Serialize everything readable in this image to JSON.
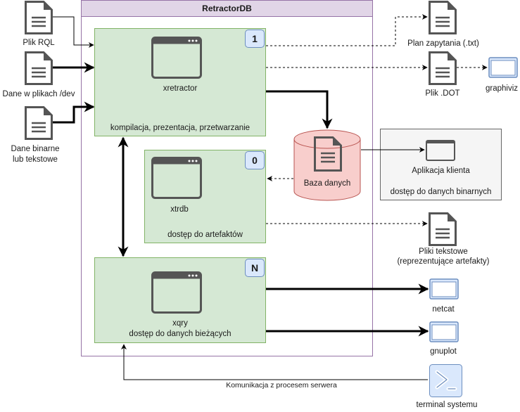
{
  "title": "RetractorDB",
  "inputs": [
    {
      "label": "Plik RQL",
      "icon": "file-icon"
    },
    {
      "label": "Dane w plikach /dev",
      "icon": "file-icon"
    },
    {
      "label_line1": "Dane binarne",
      "label_line2": "lub tekstowe",
      "icon": "file-icon"
    }
  ],
  "modules": {
    "xretractor": {
      "name": "xretractor",
      "description": "kompilacja, prezentacja, przetwarzanie",
      "badge": "1"
    },
    "xtrdb": {
      "name": "xtrdb",
      "description": "dostęp do artefaktów",
      "badge": "0"
    },
    "xqry": {
      "name": "xqry",
      "description": "dostęp do danych bieżących",
      "badge": "N"
    }
  },
  "database": {
    "label": "Baza danych"
  },
  "client": {
    "name": "Aplikacja klienta",
    "description": "dostęp do  danych binarnych"
  },
  "outputs": {
    "plan": "Plan zapytania (.txt)",
    "dot": "Plik .DOT",
    "graphviz": "graphiviz",
    "text_files_line1": "Pliki tekstowe",
    "text_files_line2": "(reprezentujące artefakty)",
    "netcat": "netcat",
    "gnuplot": "gnuplot",
    "terminal": "terminal systemu"
  },
  "connections": {
    "server_comm": "Komunikacja z procesem serwera"
  },
  "colors": {
    "container_fill": "#e1d5e7",
    "container_stroke": "#9673a6",
    "module_fill": "#d5e8d4",
    "module_stroke": "#82b366",
    "badge_fill": "#dae8fc",
    "database_fill": "#f8cecc",
    "database_stroke": "#b85450",
    "client_fill": "#f5f5f5"
  }
}
